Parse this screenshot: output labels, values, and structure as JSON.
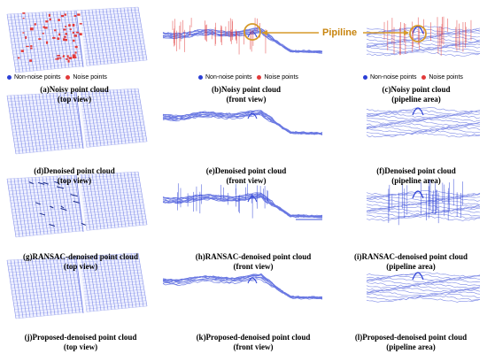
{
  "colors": {
    "non_noise": "#2b3fd6",
    "noise": "#e23a3a",
    "highlight": "#d69a2a"
  },
  "legend": {
    "non_noise_label": "Non-noise points",
    "noise_label": "Noise points"
  },
  "annotation": {
    "pipeline_label": "Pipiline",
    "marker_icon": "circle-highlight-icon",
    "arrow_icon": "double-arrow-icon"
  },
  "rows": [
    {
      "panels": [
        {
          "id": "a",
          "title": "(a)Noisy point cloud",
          "view": "(top view)",
          "kind": "top",
          "noise": "heavy"
        },
        {
          "id": "b",
          "title": "(b)Noisy point cloud",
          "view": "(front view)",
          "kind": "front",
          "noise": "heavy"
        },
        {
          "id": "c",
          "title": "(c)Noisy point cloud",
          "view": "(pipeline area)",
          "kind": "pipe",
          "noise": "heavy"
        }
      ]
    },
    {
      "panels": [
        {
          "id": "d",
          "title": "(d)Denoised point cloud",
          "view": "(top view)",
          "kind": "top",
          "noise": "none"
        },
        {
          "id": "e",
          "title": "(e)Denoised point cloud",
          "view": "(front view)",
          "kind": "front",
          "noise": "none"
        },
        {
          "id": "f",
          "title": "(f)Denoised point cloud",
          "view": "(pipeline area)",
          "kind": "pipe",
          "noise": "none"
        }
      ]
    },
    {
      "panels": [
        {
          "id": "g",
          "title": "(g)RANSAC-denoised point cloud",
          "view": "(top view)",
          "kind": "top",
          "noise": "ransac"
        },
        {
          "id": "h",
          "title": "(h)RANSAC-denoised point cloud",
          "view": "(front view)",
          "kind": "front",
          "noise": "ransac"
        },
        {
          "id": "i",
          "title": "(i)RANSAC-denoised point cloud",
          "view": "(pipeline area)",
          "kind": "pipe",
          "noise": "ransac"
        }
      ]
    },
    {
      "panels": [
        {
          "id": "j",
          "title": "(j)Proposed-denoised point cloud",
          "view": "(top view)",
          "kind": "top",
          "noise": "none"
        },
        {
          "id": "k",
          "title": "(k)Proposed-denoised point cloud",
          "view": "(front view)",
          "kind": "front",
          "noise": "none"
        },
        {
          "id": "l",
          "title": "(l)Proposed-denoised point cloud",
          "view": "(pipeline area)",
          "kind": "pipe",
          "noise": "none"
        }
      ]
    }
  ]
}
